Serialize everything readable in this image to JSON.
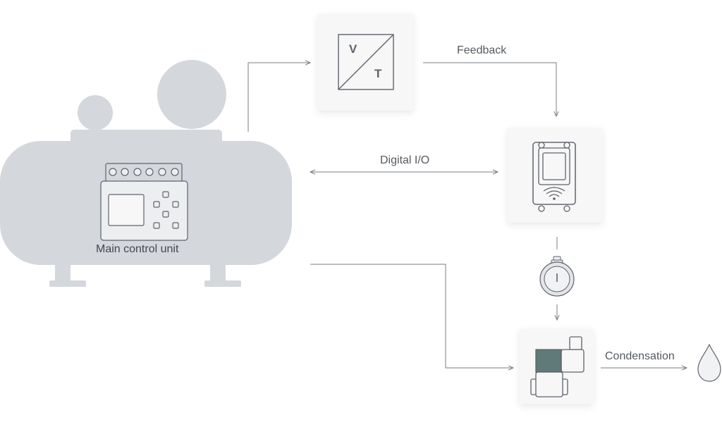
{
  "diagram": {
    "compressor_label": "Main control unit",
    "feedback_label": "Feedback",
    "digital_io_label": "Digital I/O",
    "condensation_label": "Condensation",
    "vt_letters": {
      "top": "V",
      "bottom": "T"
    }
  },
  "colors": {
    "tank": "#d4d7dc",
    "panel_fill": "#eceef0",
    "stroke": "#5f636b",
    "line": "#7a7e85",
    "accent": "#5f7a78",
    "card_bg": "#f7f7f8"
  },
  "icons": [
    "voltage-transducer-icon",
    "wireless-controller-icon",
    "timer-icon",
    "drain-valve-icon",
    "water-drop-icon"
  ]
}
